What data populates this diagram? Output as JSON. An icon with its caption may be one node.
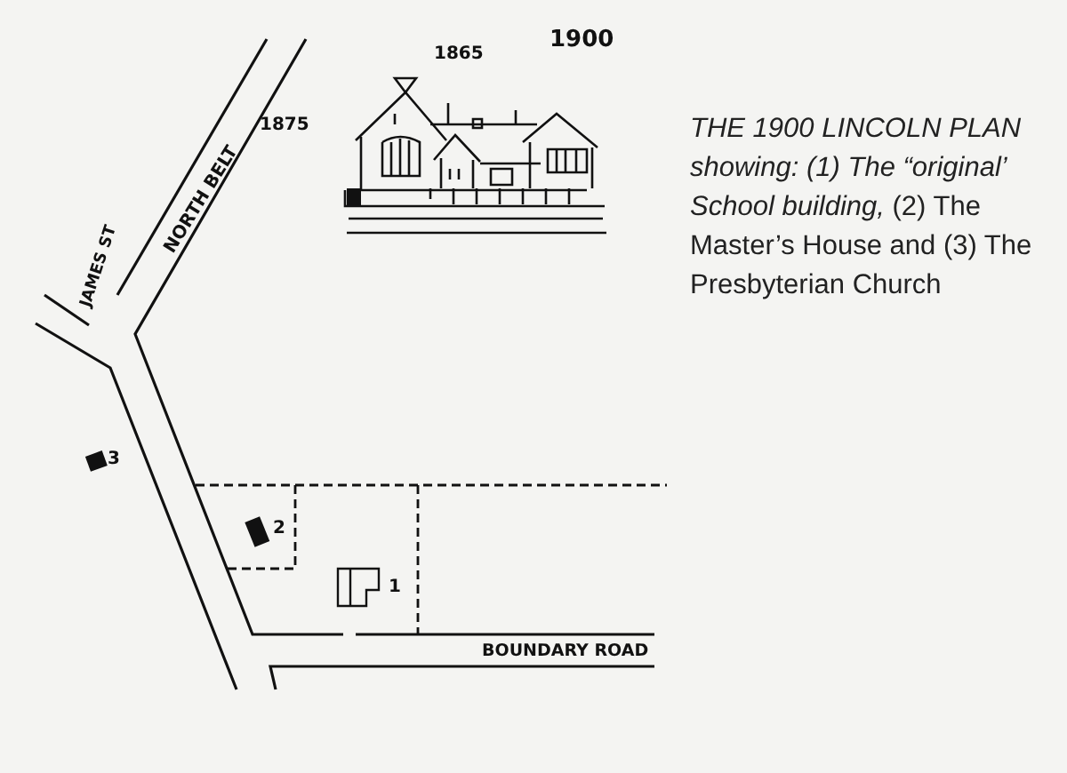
{
  "diagram": {
    "caption": "*THE 1900 LINCOLN PLAN showing: (1) The “original’ School building,* (2) The Master’s House and (3) The Presbyterian Church",
    "labels": [
      "1900",
      "1865",
      "1875",
      "NORTH BELT",
      "JAMES ST",
      "3",
      "2",
      "1",
      "BOUNDARY ROAD"
    ]
  }
}
